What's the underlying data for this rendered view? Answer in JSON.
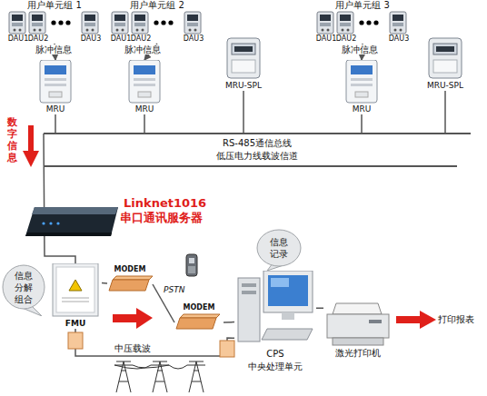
{
  "diagram": {
    "nodes": [
      {
        "text": [
          "用户单元组 1"
        ]
      },
      {
        "text": [
          "MRU"
        ]
      },
      {
        "text": [
          "用户单元组 2"
        ]
      },
      {
        "text": [
          "MRU"
        ]
      },
      {
        "text": [
          "MRU-SPL"
        ]
      },
      {
        "text": [
          "用户单元组 3"
        ]
      },
      {
        "text": [
          "MRU"
        ]
      },
      {
        "text": [
          "MRU-SPL"
        ]
      },
      {
        "text": [
          "RS-485通信总线",
          "低压电力线载波信道"
        ]
      },
      {
        "text": [
          "Linknet1016",
          "串口通讯服务器"
        ]
      },
      {
        "text": [
          "信息分解组合"
        ]
      },
      {
        "text": [
          "FMU"
        ]
      },
      {
        "text": [
          "MODEM"
        ]
      },
      {
        "text": [
          "信息记录"
        ]
      },
      {
        "text": [
          "MODEM"
        ]
      },
      {
        "text": [
          "CPS",
          "中央处理单元"
        ]
      },
      {
        "text": [
          "激光打印机"
        ]
      }
    ],
    "edges": [
      {
        "from": 0,
        "to": 1,
        "arrow": "to",
        "label": "脉冲信息"
      },
      {
        "from": 2,
        "to": 3,
        "arrow": "to",
        "label": "脉冲信息"
      },
      {
        "from": 5,
        "to": 6,
        "arrow": "to",
        "label": "脉冲信息"
      },
      {
        "from": 1,
        "to": 8,
        "arrow": "none"
      },
      {
        "from": 3,
        "to": 8,
        "arrow": "none"
      },
      {
        "from": 4,
        "to": 8,
        "arrow": "none"
      },
      {
        "from": 6,
        "to": 8,
        "arrow": "none"
      },
      {
        "from": 7,
        "to": 8,
        "arrow": "none"
      },
      {
        "from": 8,
        "to": 11,
        "arrow": "none"
      },
      {
        "from": 11,
        "to": 12,
        "arrow": "none"
      },
      {
        "from": 12,
        "to": 14,
        "arrow": "none",
        "label": "PSTN"
      },
      {
        "from": 14,
        "to": 15,
        "arrow": "none"
      },
      {
        "from": 11,
        "to": 15,
        "arrow": "none",
        "label": "中压载波"
      },
      {
        "from": 15,
        "to": 16,
        "arrow": "none"
      }
    ],
    "labels": [
      "DAU1",
      "DAU2",
      "DAU3",
      "DAU1",
      "DAU2",
      "DAU3",
      "DAU1",
      "DAU2",
      "DAU3",
      "数字信息",
      "打印报表"
    ]
  }
}
